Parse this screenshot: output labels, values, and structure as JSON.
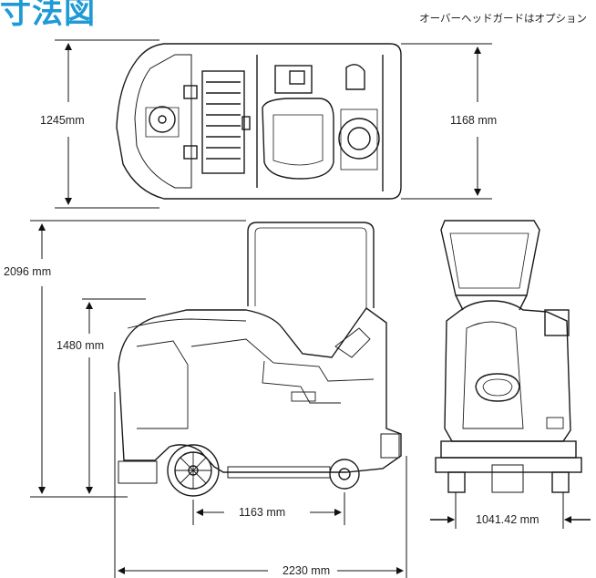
{
  "title": "寸法図",
  "note": "オーバーヘッドガードはオプション",
  "dimensions": {
    "top_length": "1245mm",
    "top_width": "1168 mm",
    "side_height_guard": "2096 mm",
    "side_height_body": "1480 mm",
    "wheelbase": "1163 mm",
    "overall_length": "2230 mm",
    "rear_width": "1041.42 mm"
  }
}
